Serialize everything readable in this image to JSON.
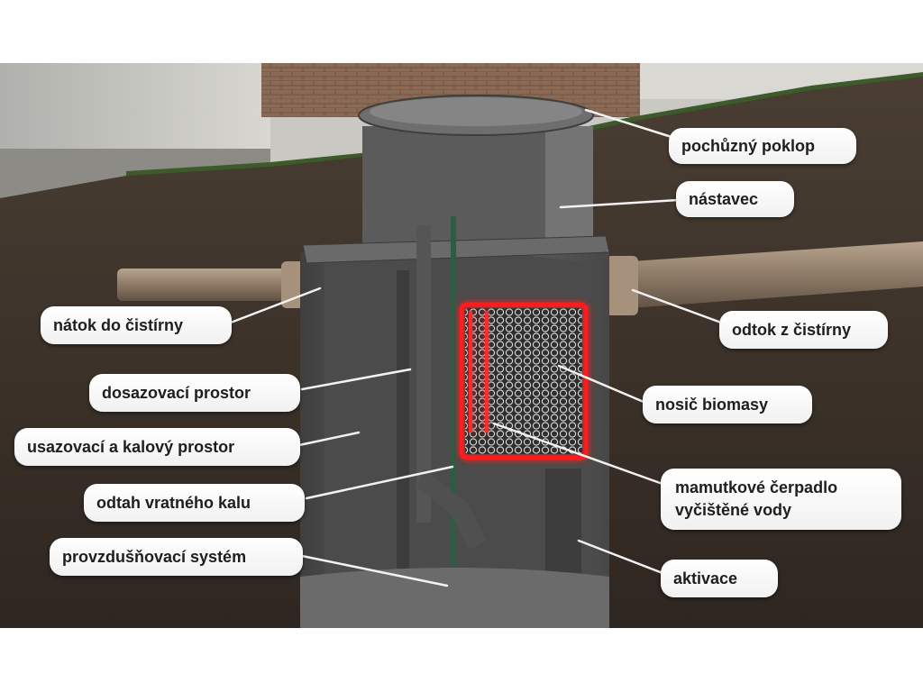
{
  "colors": {
    "soil": "#3a3128",
    "tank_concrete": "#5d5d5d",
    "pipe": "#9a8672",
    "highlight": "#ff1a1a",
    "label_bg": "#ffffff",
    "label_text": "#1e1e1e"
  },
  "labels": {
    "pochuzny_poklop": "pochůzný poklop",
    "nastavec": "nástavec",
    "natok": "nátok do čistírny",
    "odtok": "odtok z čistírny",
    "dosazovaci": "dosazovací prostor",
    "nosic": "nosič biomasy",
    "usazovaci": "usazovací a kalový prostor",
    "mamutkove_line1": "mamutkové čerpadlo",
    "mamutkove_line2": "vyčištěné vody",
    "odtah": "odtah vratného kalu",
    "provzdusnovaci": "provzdušňovací systém",
    "aktivace": "aktivace"
  }
}
